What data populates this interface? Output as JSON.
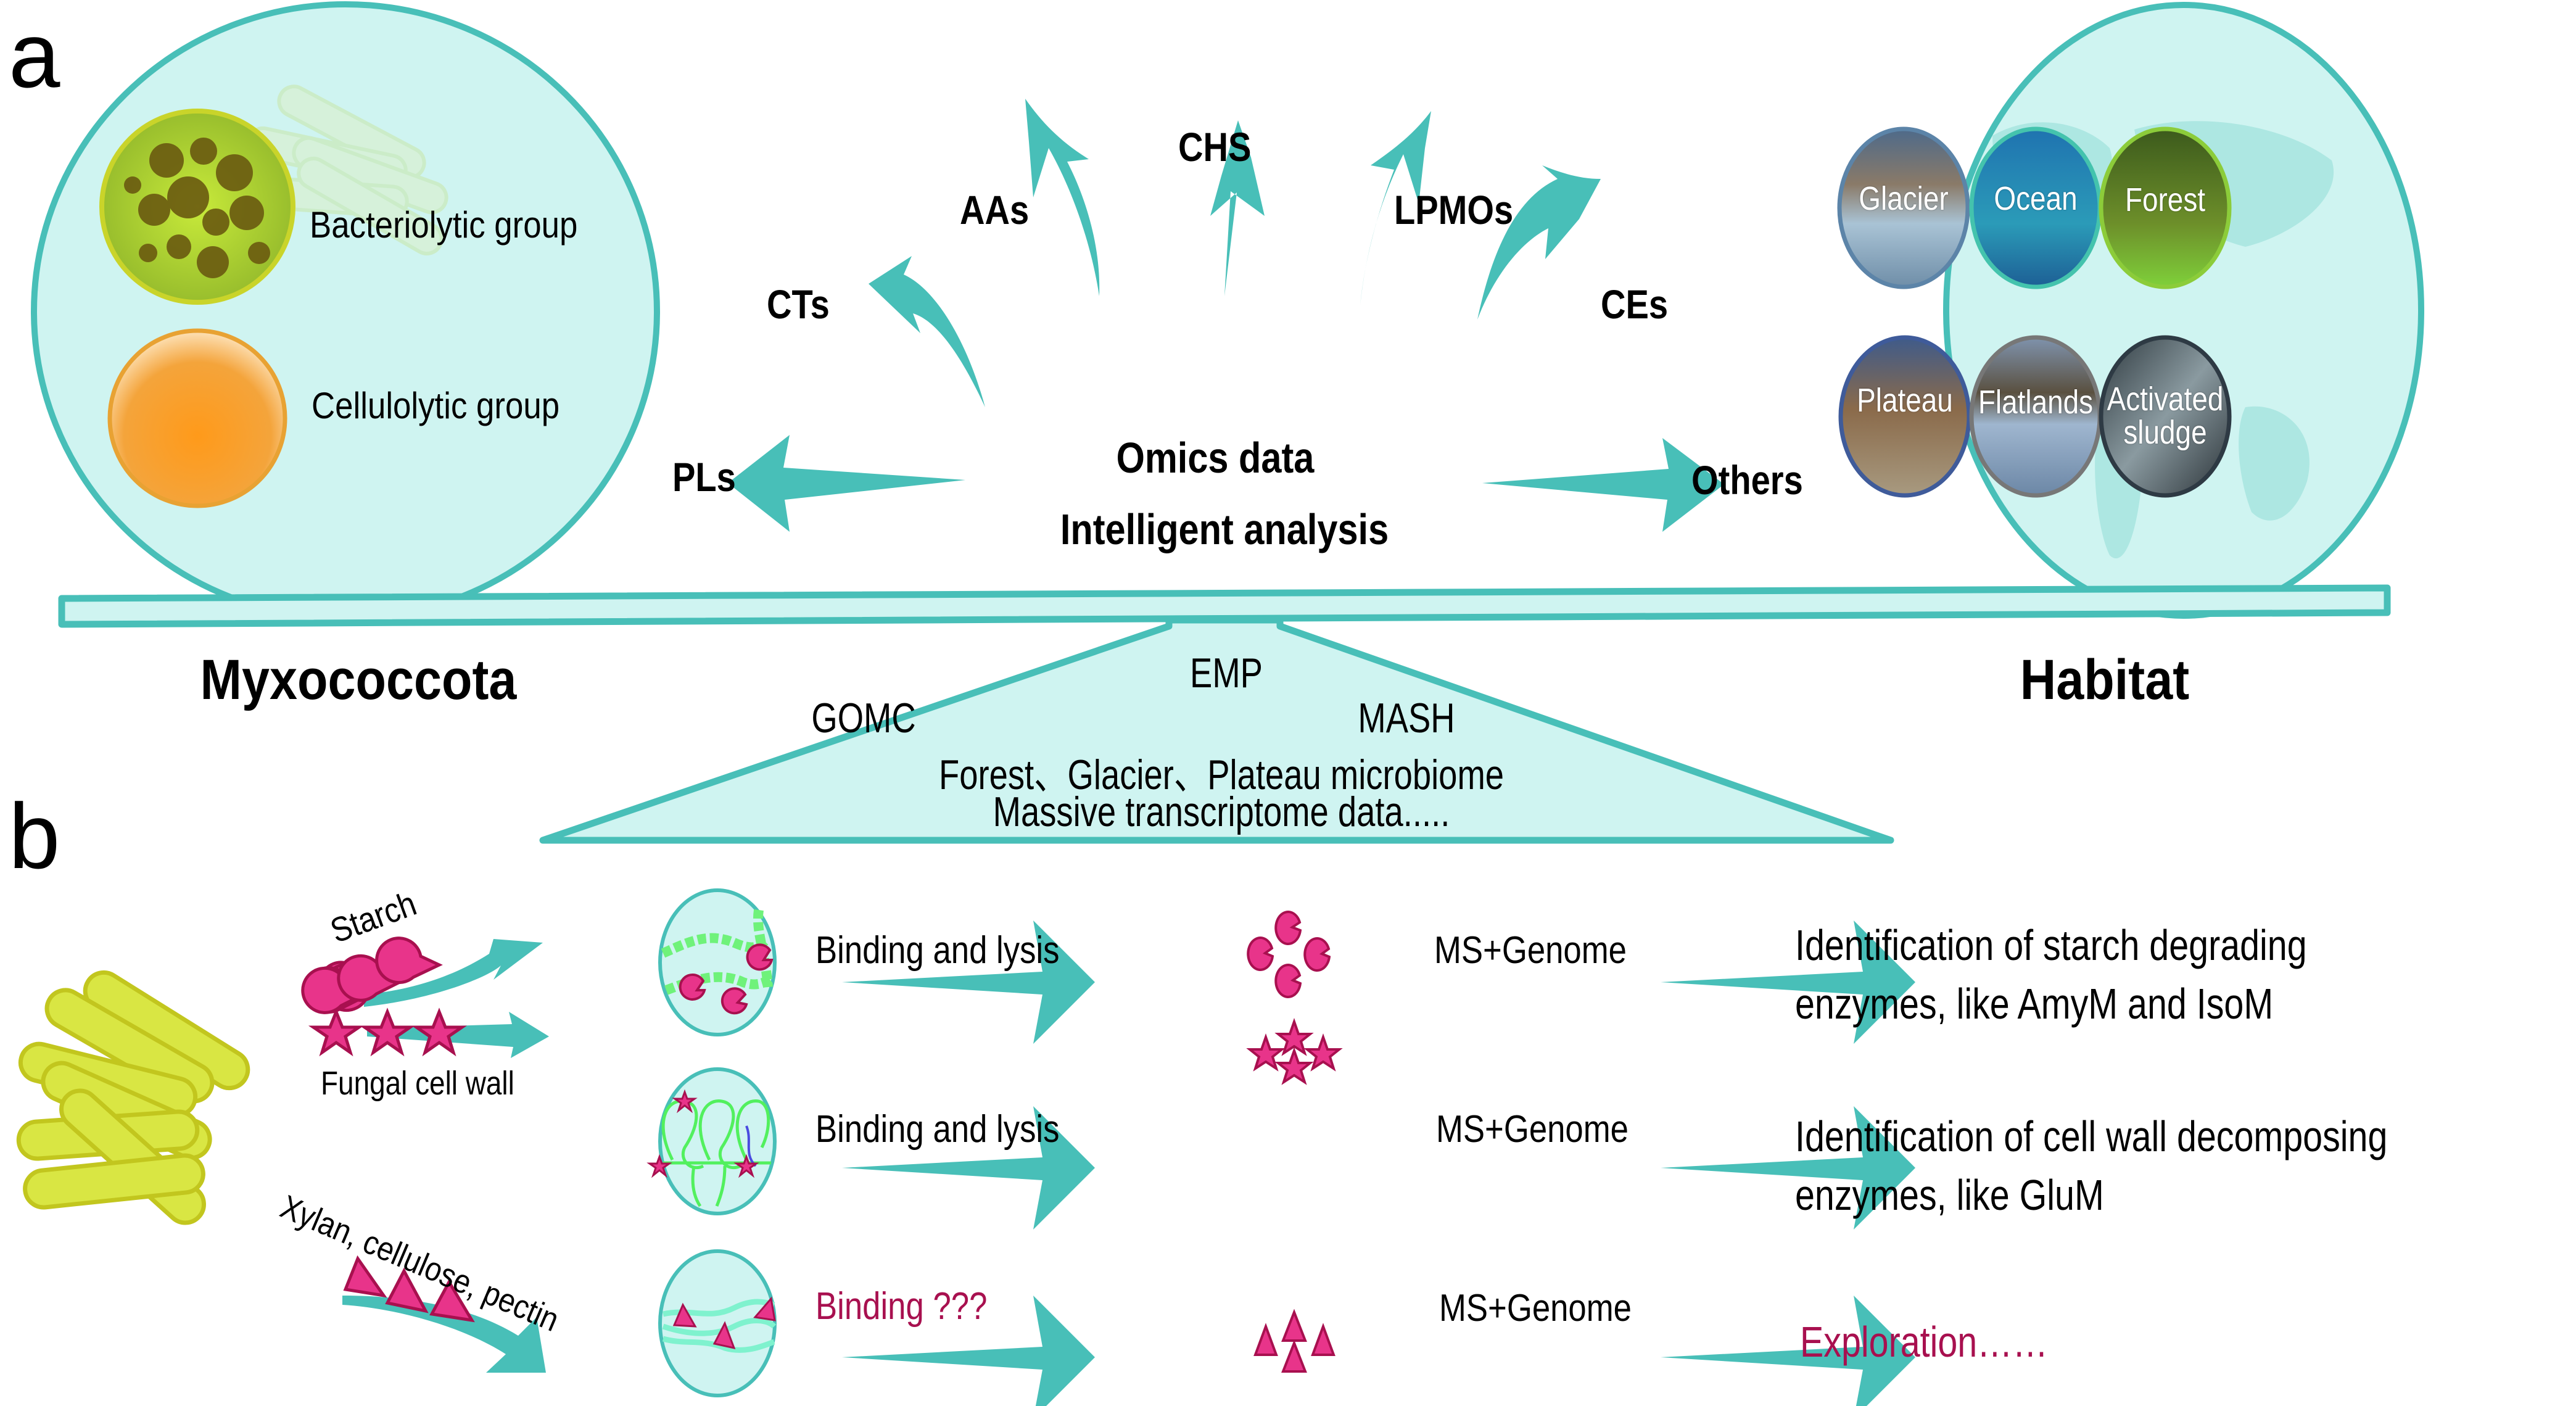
{
  "panel_a": {
    "letter": "a",
    "left_group": {
      "title": "Myxococcota",
      "items": [
        {
          "label": "Bacteriolytic group"
        },
        {
          "label": "Cellulolytic group"
        }
      ]
    },
    "right_group": {
      "title": "Habitat",
      "items": [
        {
          "label": "Glacier"
        },
        {
          "label": "Ocean"
        },
        {
          "label": "Forest"
        },
        {
          "label": "Plateau"
        },
        {
          "label": "Flatlands"
        },
        {
          "label": "Activated sludge",
          "line1": "Activated",
          "line2": "sludge"
        }
      ]
    },
    "center": {
      "line1": "Omics data",
      "line2": "Intelligent analysis"
    },
    "enzyme_classes": [
      {
        "label": "PLs"
      },
      {
        "label": "CTs"
      },
      {
        "label": "AAs"
      },
      {
        "label": "CHS"
      },
      {
        "label": "LPMOs"
      },
      {
        "label": "CEs"
      },
      {
        "label": "Others"
      }
    ],
    "fulcrum": {
      "lines": [
        "EMP",
        "GOMC",
        "MASH",
        "Forest、Glacier、Plateau microbiome",
        "Massive  transcriptome data....."
      ]
    }
  },
  "panel_b": {
    "letter": "b",
    "rows": [
      {
        "substrate": "Starch",
        "step1": "Binding and lysis",
        "step2": "MS+Genome",
        "result_line1": "Identification of starch degrading",
        "result_line2": "enzymes, like AmyM and IsoM"
      },
      {
        "substrate": "Fungal cell wall",
        "step1": "Binding and lysis",
        "step2": "MS+Genome",
        "result_line1": "Identification of cell wall decomposing",
        "result_line2": "enzymes, like GluM"
      },
      {
        "substrate": "Xylan, cellulose, pectin",
        "step1": "Binding ???",
        "step2": "MS+Genome",
        "result_line1": "Exploration……",
        "result_line2": ""
      }
    ]
  },
  "colors": {
    "teal": "#48bfb8",
    "teal_fill": "#cff4f1",
    "magenta": "#e8348a",
    "magenta_stroke": "#a8104f",
    "bacteria_yellow": "#d9e643",
    "strand_green": "#52f05e",
    "highlight_text": "#a8104f"
  }
}
